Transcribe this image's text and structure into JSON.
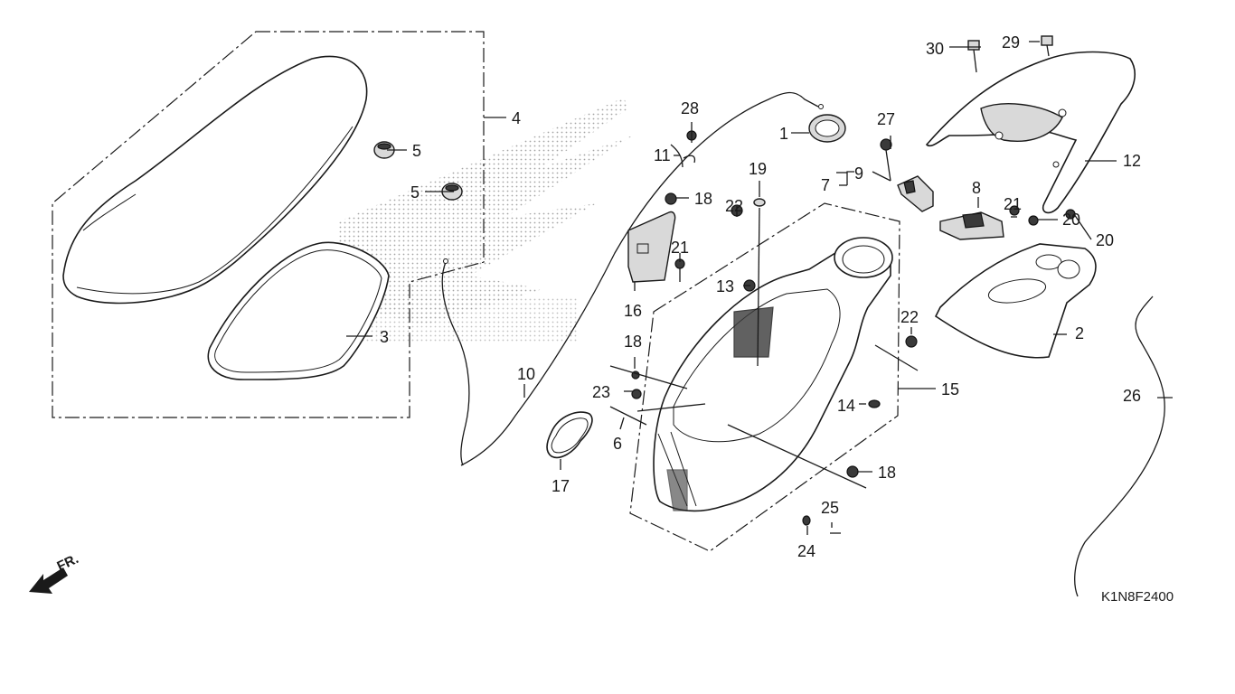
{
  "diagram": {
    "callouts": [
      {
        "label": "1"
      },
      {
        "label": "2"
      },
      {
        "label": "3"
      },
      {
        "label": "4"
      },
      {
        "label": "5"
      },
      {
        "label": "5"
      },
      {
        "label": "6"
      },
      {
        "label": "7"
      },
      {
        "label": "8"
      },
      {
        "label": "9"
      },
      {
        "label": "10"
      },
      {
        "label": "11"
      },
      {
        "label": "12"
      },
      {
        "label": "13"
      },
      {
        "label": "14"
      },
      {
        "label": "15"
      },
      {
        "label": "16"
      },
      {
        "label": "17"
      },
      {
        "label": "18"
      },
      {
        "label": "18"
      },
      {
        "label": "18"
      },
      {
        "label": "19"
      },
      {
        "label": "20"
      },
      {
        "label": "20"
      },
      {
        "label": "21"
      },
      {
        "label": "21"
      },
      {
        "label": "22"
      },
      {
        "label": "22"
      },
      {
        "label": "23"
      },
      {
        "label": "24"
      },
      {
        "label": "25"
      },
      {
        "label": "26"
      },
      {
        "label": "27"
      },
      {
        "label": "28"
      },
      {
        "label": "29"
      },
      {
        "label": "30"
      }
    ],
    "diagram_code": "K1N8F2400",
    "front_indicator": "FR."
  }
}
